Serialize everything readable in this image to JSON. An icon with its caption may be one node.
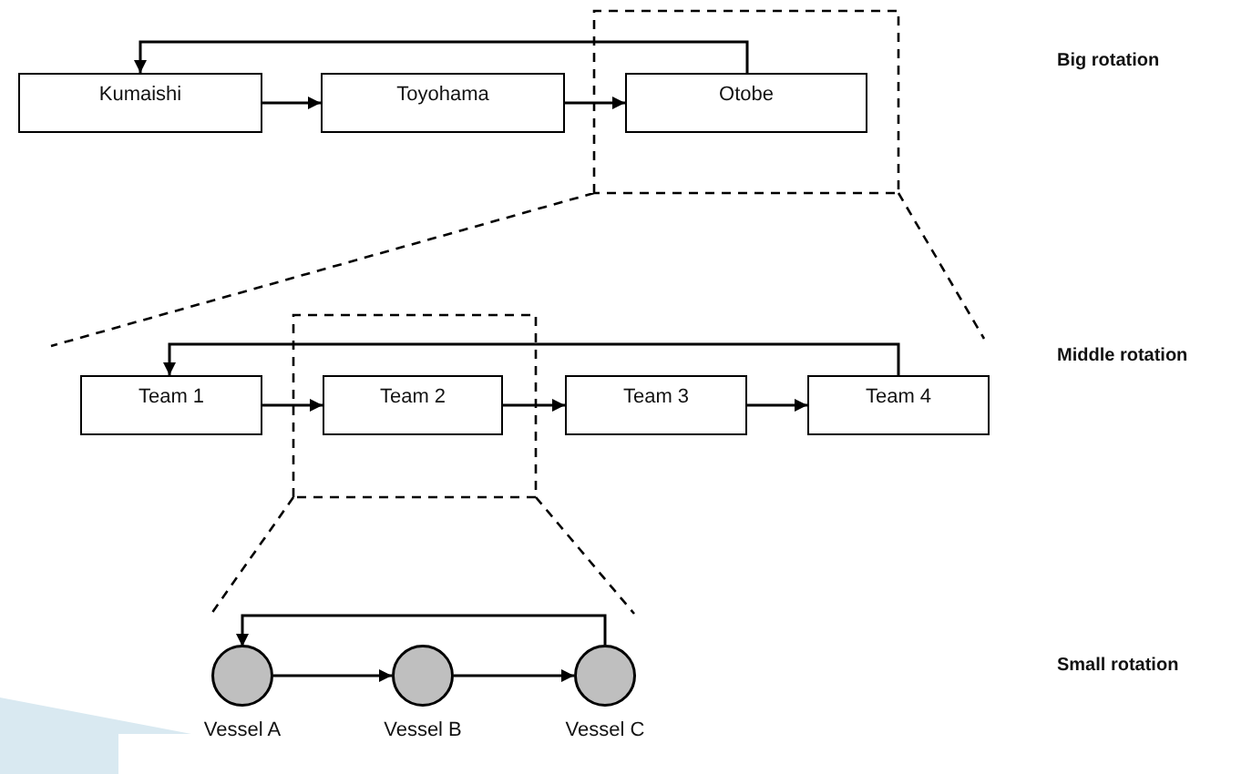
{
  "diagram": {
    "nodes": [
      {
        "text": [
          "Kumaishi"
        ]
      },
      {
        "text": [
          "Toyohama"
        ]
      },
      {
        "text": [
          "Otobe"
        ]
      },
      {
        "text": [
          "Team 1"
        ]
      },
      {
        "text": [
          "Team 2"
        ]
      },
      {
        "text": [
          "Team 3"
        ]
      },
      {
        "text": [
          "Team 4"
        ]
      },
      {
        "text": [],
        "shape": "circle",
        "beside": [
          "Vessel A"
        ]
      },
      {
        "text": [],
        "shape": "circle",
        "beside": [
          "Vessel B"
        ]
      },
      {
        "text": [],
        "shape": "circle",
        "beside": [
          "Vessel C"
        ]
      }
    ],
    "edges": [
      {
        "from": 0,
        "to": 1,
        "arrow": "to"
      },
      {
        "from": 1,
        "to": 2,
        "arrow": "to"
      },
      {
        "from": 2,
        "to": 0,
        "arrow": "to"
      },
      {
        "from": 3,
        "to": 4,
        "arrow": "to"
      },
      {
        "from": 4,
        "to": 5,
        "arrow": "to"
      },
      {
        "from": 5,
        "to": 6,
        "arrow": "to"
      },
      {
        "from": 6,
        "to": 3,
        "arrow": "to"
      },
      {
        "from": 7,
        "to": 8,
        "arrow": "to"
      },
      {
        "from": 8,
        "to": 9,
        "arrow": "to"
      },
      {
        "from": 9,
        "to": 7,
        "arrow": "to"
      }
    ],
    "labels": [
      "Big rotation",
      "Middle rotation",
      "Small rotation"
    ]
  }
}
